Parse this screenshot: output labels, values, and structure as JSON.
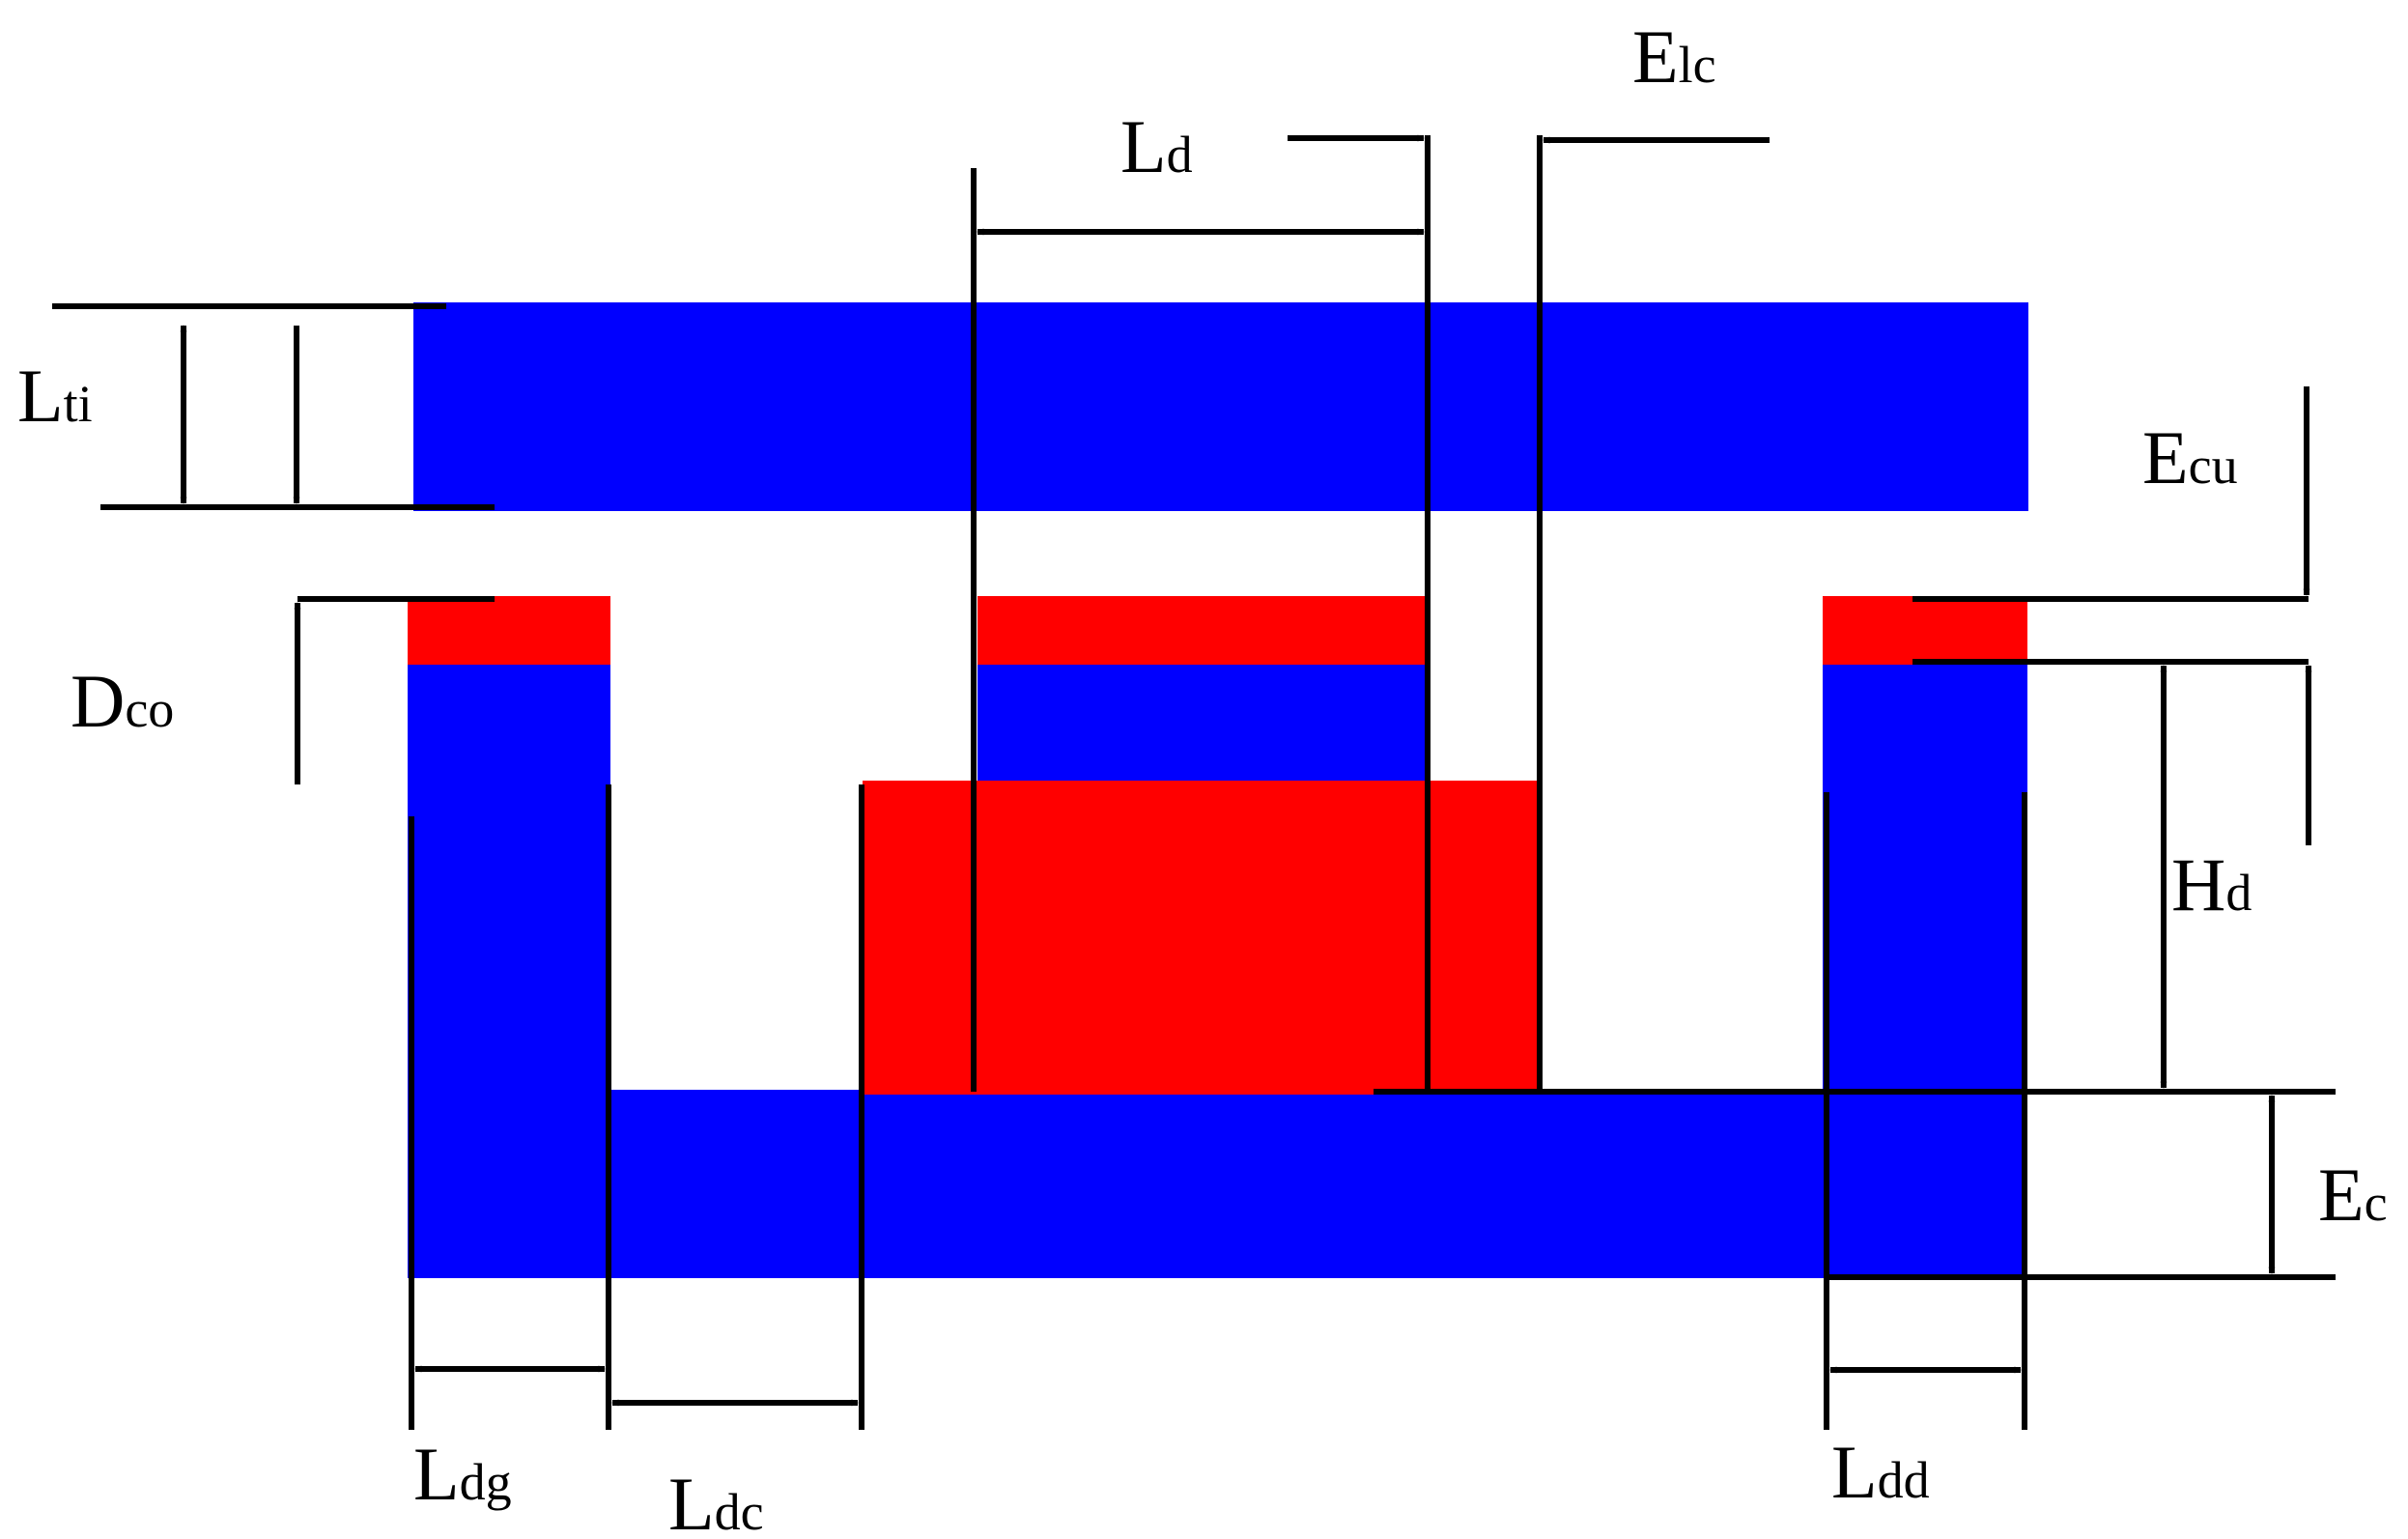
{
  "colors": {
    "magnetic": "#0000ff",
    "coil": "#ff0000",
    "dimension": "#000000",
    "background": "#ffffff"
  },
  "labels": {
    "Lti": {
      "main": "L",
      "sub": "ti"
    },
    "Dco": {
      "main": "D",
      "sub": "co"
    },
    "Ld": {
      "main": "L",
      "sub": "d"
    },
    "Elc": {
      "main": "E",
      "sub": "lc"
    },
    "Ecu": {
      "main": "E",
      "sub": "cu"
    },
    "Hd": {
      "main": "H",
      "sub": "d"
    },
    "Ec": {
      "main": "E",
      "sub": "c"
    },
    "Ldg": {
      "main": "L",
      "sub": "dg"
    },
    "Ldc": {
      "main": "L",
      "sub": "dc"
    },
    "Ldd": {
      "main": "L",
      "sub": "dd"
    }
  }
}
